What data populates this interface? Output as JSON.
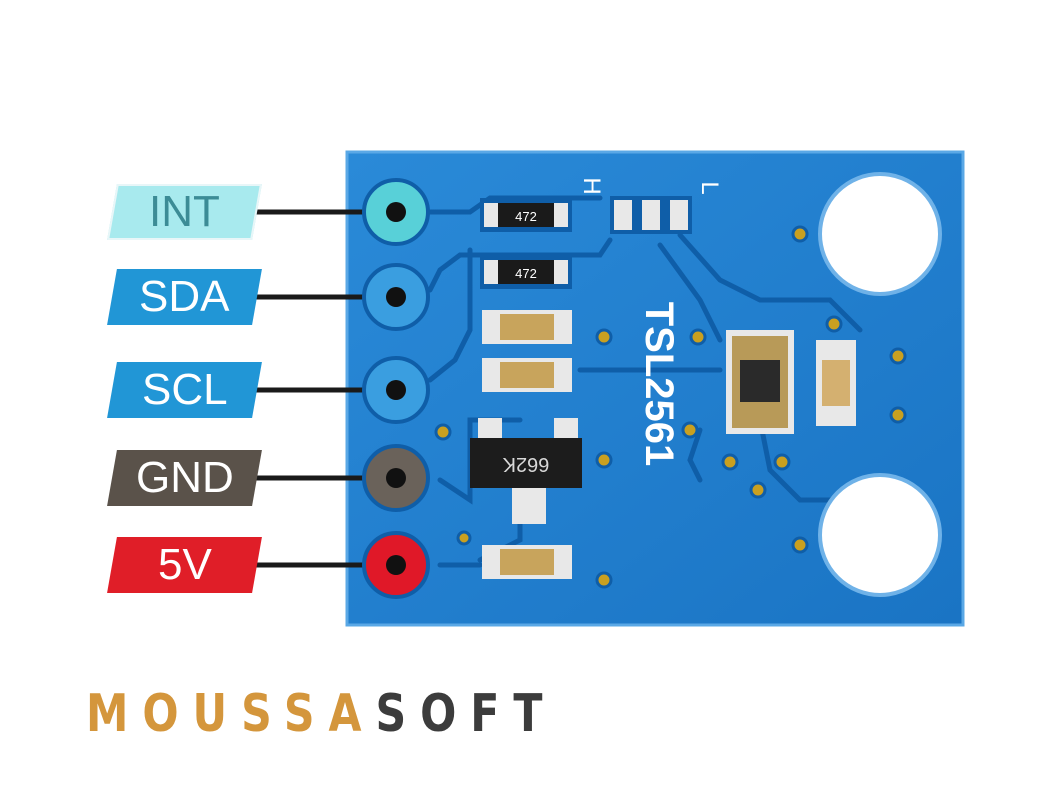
{
  "pins": [
    {
      "label": "INT",
      "bg": "#a8eaee",
      "fg": "#3c8c96",
      "pad": "#58d0d8"
    },
    {
      "label": "SDA",
      "bg": "#2196d6",
      "fg": "#ffffff",
      "pad": "#3a9ee0"
    },
    {
      "label": "SCL",
      "bg": "#2196d6",
      "fg": "#ffffff",
      "pad": "#3a9ee0"
    },
    {
      "label": "GND",
      "bg": "#5a524a",
      "fg": "#ffffff",
      "pad": "#6a625a"
    },
    {
      "label": "5V",
      "bg": "#e01e28",
      "fg": "#ffffff",
      "pad": "#e01828"
    }
  ],
  "board": {
    "silkscreen_chip": "TSL2561",
    "resistor_marks": [
      "472",
      "472"
    ],
    "regulator_mark": "662K",
    "pad_marks": [
      "H",
      "L"
    ],
    "pcb_color": "#1e7fd0"
  },
  "logo": {
    "part1": "MOUSSA",
    "part2": "SOFT",
    "color1": "#d4963c",
    "color2": "#3c3c3c"
  }
}
